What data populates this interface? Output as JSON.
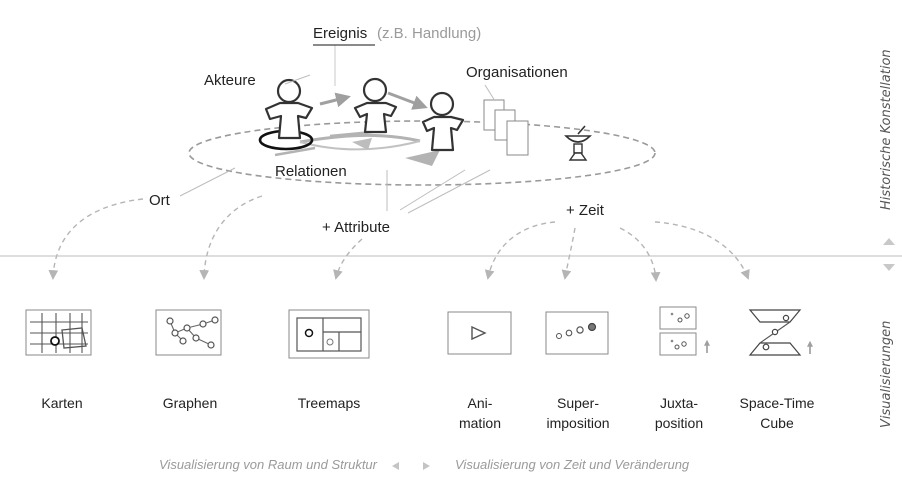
{
  "top": {
    "ereignis": "Ereignis",
    "ereignis_note": "(z.B. Handlung)",
    "akteure": "Akteure",
    "organisationen": "Organisationen",
    "relationen": "Relationen",
    "ort": "Ort",
    "attribute": "+ Attribute",
    "zeit": "+ Zeit"
  },
  "side": {
    "top": "Historische Konstellation",
    "bottom": "Visualisierungen"
  },
  "visualizations": [
    {
      "line1": "Karten",
      "line2": ""
    },
    {
      "line1": "Graphen",
      "line2": ""
    },
    {
      "line1": "Treemaps",
      "line2": ""
    },
    {
      "line1": "Ani-",
      "line2": "mation"
    },
    {
      "line1": "Super-",
      "line2": "imposition"
    },
    {
      "line1": "Juxta-",
      "line2": "position"
    },
    {
      "line1": "Space-Time",
      "line2": "Cube"
    }
  ],
  "footer": {
    "left": "Visualisierung von Raum und Struktur",
    "right": "Visualisierung von Zeit und Veränderung"
  },
  "icons": {
    "arrow_up": "arrow-up-icon",
    "arrow_down": "arrow-down-icon",
    "arrow_left": "arrow-left-icon",
    "arrow_right": "arrow-right-icon"
  }
}
